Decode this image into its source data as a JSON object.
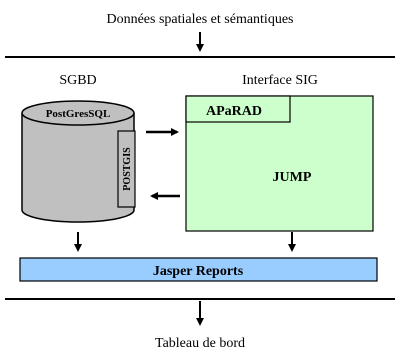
{
  "input_label": "Données spatiales et sémantiques",
  "db_column": {
    "title": "SGBD",
    "database": "PostGresSQL",
    "extension": "POSTGIS"
  },
  "gis_column": {
    "title": "Interface SIG",
    "plugin": "APaRAD",
    "platform": "JUMP"
  },
  "reporting": "Jasper Reports",
  "output_label": "Tableau de bord",
  "colors": {
    "cylinder": "#c0c0c0",
    "gis_box": "#ccffcc",
    "report_bar": "#99ccff",
    "lines": "#000000"
  }
}
